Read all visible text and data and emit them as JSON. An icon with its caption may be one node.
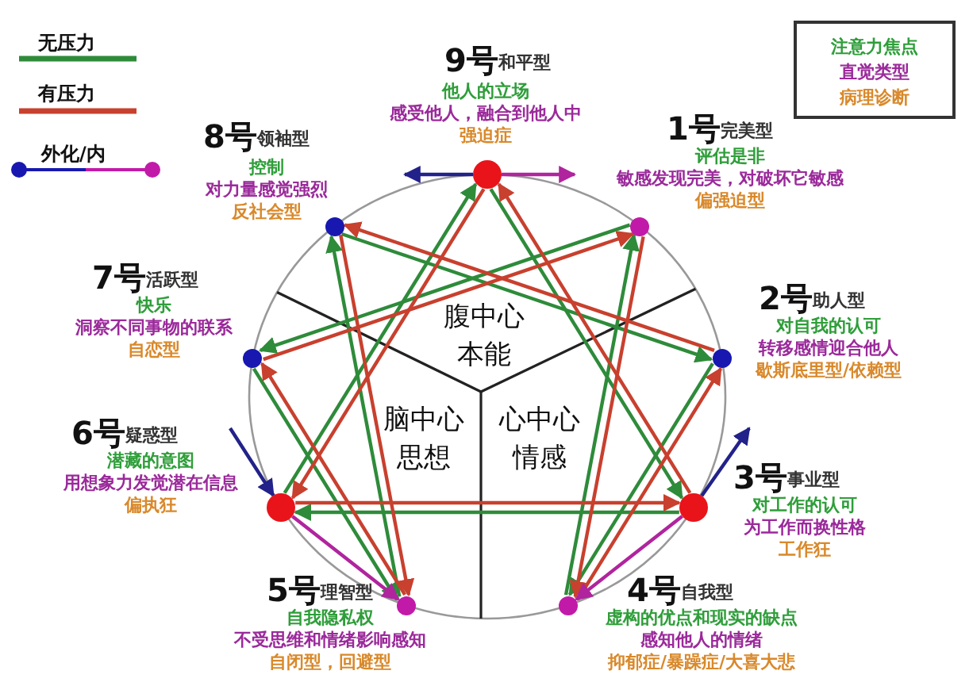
{
  "diagram": {
    "nodes": [
      {
        "text": [],
        "shape": "circle",
        "beside": [
          "9号",
          "和平型",
          "他人的立场",
          "感受他人，融合到他人中",
          "强迫症"
        ]
      },
      {
        "text": [
          "注意力焦点",
          "直觉类型",
          "病理诊断"
        ]
      },
      {
        "text": [],
        "shape": "circle",
        "beside": [
          "8号",
          "领袖型",
          "控制",
          "对力量感觉强烈",
          "反社会型"
        ]
      },
      {
        "text": [],
        "shape": "circle",
        "beside": [
          "1号",
          "完美型",
          "评估是非",
          "敏感发现完美，对破坏它敏感",
          "偏强迫型"
        ]
      },
      {
        "text": [],
        "shape": "circle",
        "beside": [
          "7号",
          "活跃型",
          "快乐",
          "洞察不同事物的联系",
          "自恋型"
        ]
      },
      {
        "text": [],
        "shape": "circle",
        "beside": [
          "2号",
          "助人型",
          "对自我的认可",
          "转移感情迎合他人",
          "歇斯底里型/依赖型"
        ]
      },
      {
        "text": [],
        "shape": "circle",
        "beside": [
          "6号",
          "疑惑型",
          "潜藏的意图",
          "用想象力发觉潜在信息",
          "偏执狂"
        ]
      },
      {
        "text": [],
        "shape": "circle",
        "beside": [
          "3号",
          "事业型",
          "对工作的认可",
          "为工作而换性格",
          "工作狂"
        ]
      },
      {
        "text": [],
        "shape": "circle",
        "beside": [
          "5号",
          "理智型",
          "自我隐私权",
          "不受思维和情绪影响感知",
          "自闭型，回避型"
        ]
      },
      {
        "text": [],
        "shape": "circle",
        "beside": [
          "4号",
          "自我型",
          "虚构的优点和现实的缺点",
          "感知他人的情绪",
          "抑郁症/暴躁症/大喜大悲"
        ]
      }
    ],
    "edges": [
      {
        "from": 3,
        "to": 4,
        "arrow": "to",
        "color": "#2e8b3a"
      },
      {
        "from": 4,
        "to": 8,
        "arrow": "to",
        "color": "#2e8b3a"
      },
      {
        "from": 8,
        "to": 2,
        "arrow": "to",
        "color": "#2e8b3a"
      },
      {
        "from": 2,
        "to": 5,
        "arrow": "to",
        "color": "#2e8b3a"
      },
      {
        "from": 5,
        "to": 9,
        "arrow": "to",
        "color": "#2e8b3a"
      },
      {
        "from": 9,
        "to": 3,
        "arrow": "to",
        "color": "#2e8b3a"
      },
      {
        "from": 0,
        "to": 7,
        "arrow": "to",
        "color": "#2e8b3a"
      },
      {
        "from": 7,
        "to": 6,
        "arrow": "to",
        "color": "#2e8b3a"
      },
      {
        "from": 6,
        "to": 0,
        "arrow": "to",
        "color": "#2e8b3a"
      },
      {
        "from": 3,
        "to": 9,
        "arrow": "to",
        "color": "#c8402e"
      },
      {
        "from": 9,
        "to": 5,
        "arrow": "to",
        "color": "#c8402e"
      },
      {
        "from": 5,
        "to": 2,
        "arrow": "to",
        "color": "#c8402e"
      },
      {
        "from": 2,
        "to": 8,
        "arrow": "to",
        "color": "#c8402e"
      },
      {
        "from": 8,
        "to": 4,
        "arrow": "to",
        "color": "#c8402e"
      },
      {
        "from": 4,
        "to": 3,
        "arrow": "to",
        "color": "#c8402e"
      },
      {
        "from": 0,
        "to": 6,
        "arrow": "to",
        "color": "#c8402e"
      },
      {
        "from": 6,
        "to": 7,
        "arrow": "to",
        "color": "#c8402e"
      },
      {
        "from": 7,
        "to": 0,
        "arrow": "to",
        "color": "#c8402e"
      },
      {
        "from": 0,
        "to": null,
        "arrow": "to",
        "color": "#22228a"
      },
      {
        "from": 0,
        "to": null,
        "arrow": "to",
        "color": "#b0249e"
      },
      {
        "from": null,
        "to": 6,
        "arrow": "to",
        "color": "#22228a"
      },
      {
        "from": 6,
        "to": 8,
        "arrow": "to",
        "color": "#b0249e"
      },
      {
        "from": 7,
        "to": null,
        "arrow": "to",
        "color": "#22228a"
      },
      {
        "from": 7,
        "to": 9,
        "arrow": "to",
        "color": "#b0249e"
      }
    ],
    "labels": [
      "腹中心",
      "本能",
      "脑中心",
      "思想",
      "心中心",
      "情感"
    ],
    "legend": [
      {
        "text": "无压力"
      },
      {
        "text": "有压力"
      },
      {
        "text": "外化/内"
      }
    ]
  }
}
